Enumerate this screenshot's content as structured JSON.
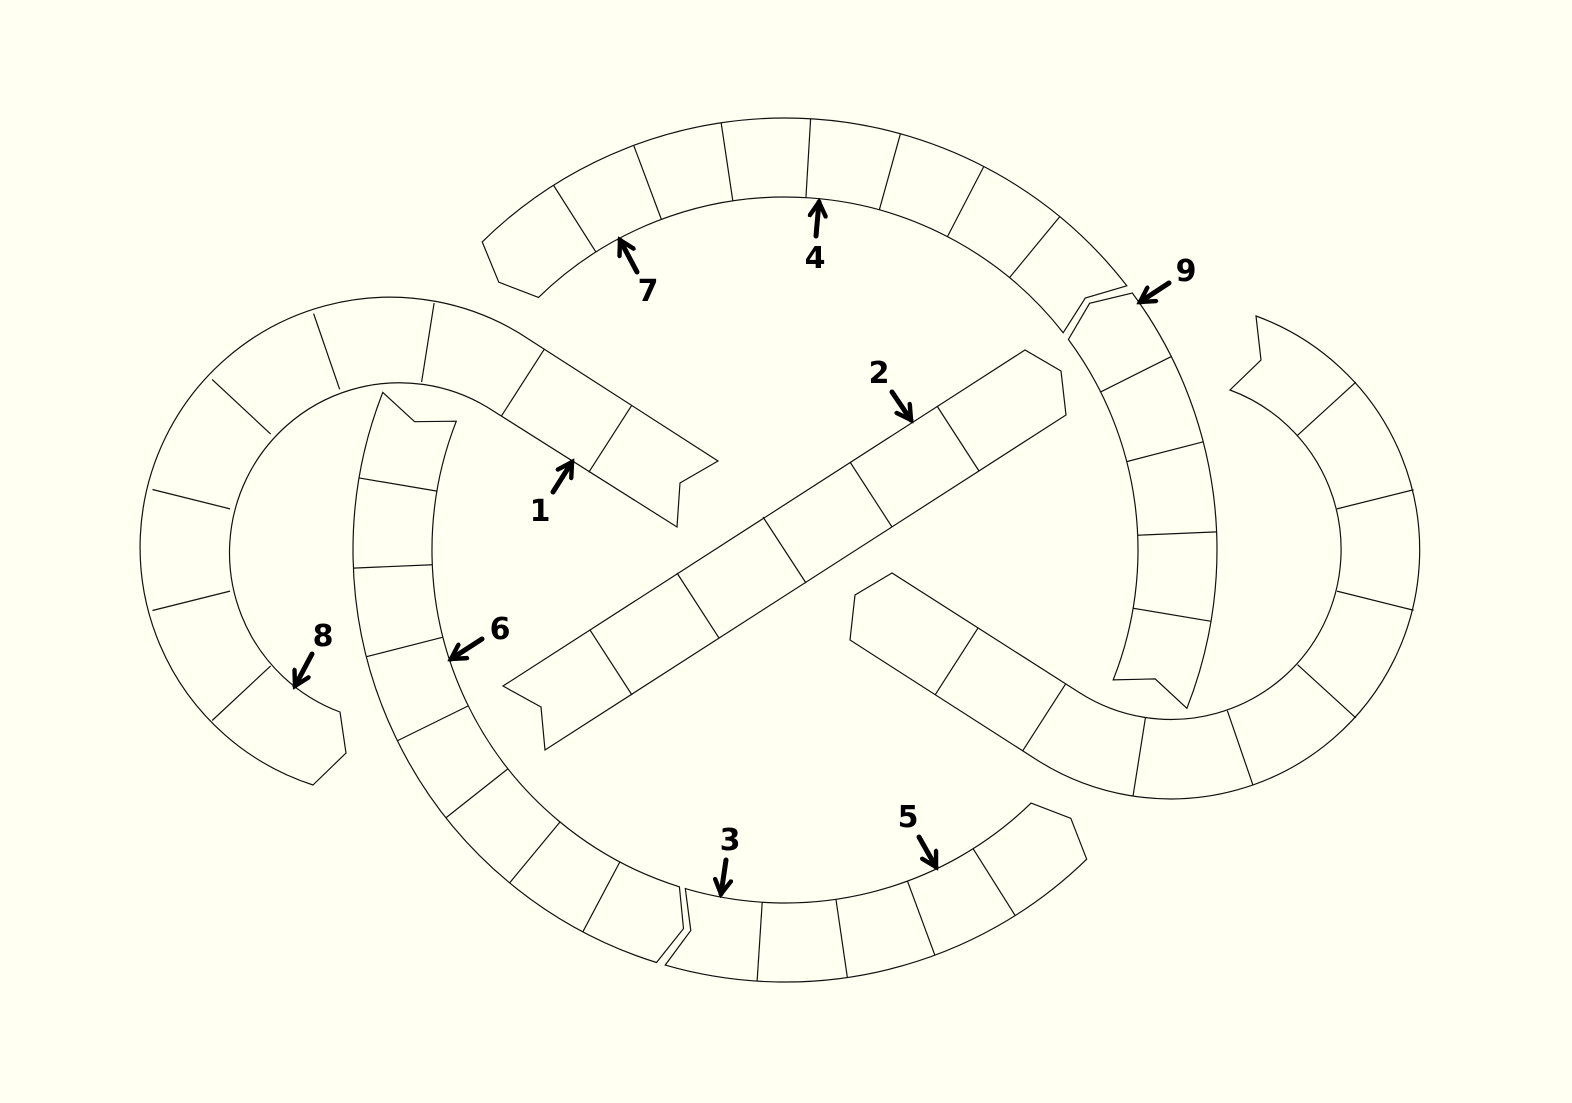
{
  "puzzle": {
    "clue_numbers": [
      "1",
      "2",
      "3",
      "4",
      "5",
      "6",
      "7",
      "8",
      "9"
    ]
  },
  "colors": {
    "background": "#fffff2",
    "line": "#111111"
  }
}
